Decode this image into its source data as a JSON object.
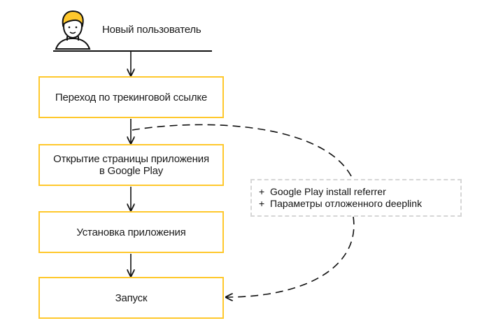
{
  "user": {
    "label": "Новый пользователь",
    "icon": "user-avatar-icon"
  },
  "steps": [
    {
      "label": "Переход по трекинговой ссылке"
    },
    {
      "label": "Открытие страницы приложения\nв Google Play"
    },
    {
      "label": "Установка приложения"
    },
    {
      "label": "Запуск"
    }
  ],
  "note": {
    "items": [
      {
        "prefix": "+",
        "text": "Google Play install referrer"
      },
      {
        "prefix": "+",
        "text": "Параметры отложенного deeplink"
      }
    ]
  },
  "colors": {
    "step_border": "#ffc82c",
    "avatar_hair": "#ffc82c",
    "note_border": "#d6d6d6",
    "line": "#111111"
  }
}
